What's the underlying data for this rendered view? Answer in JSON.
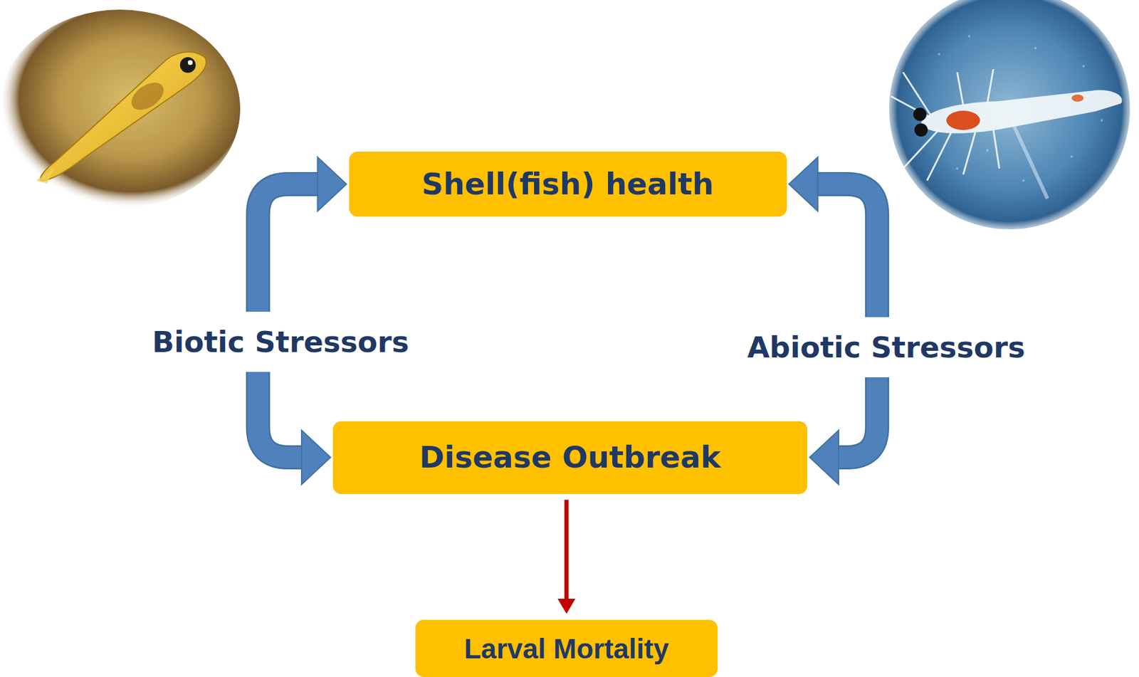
{
  "diagram": {
    "nodes": [
      {
        "text": [
          "Shell(fish) health"
        ]
      },
      {
        "text": [
          "Biotic Stressors"
        ]
      },
      {
        "text": [
          "Abiotic Stressors"
        ]
      },
      {
        "text": [
          "Disease Outbreak"
        ]
      },
      {
        "text": [
          "Larval Mortality"
        ]
      }
    ],
    "edges": [
      {
        "from": 1,
        "to": 0,
        "arrow": "to"
      },
      {
        "from": 2,
        "to": 0,
        "arrow": "to"
      },
      {
        "from": 1,
        "to": 3,
        "arrow": "to"
      },
      {
        "from": 2,
        "to": 3,
        "arrow": "to"
      },
      {
        "from": 3,
        "to": 4,
        "arrow": "to"
      }
    ]
  }
}
